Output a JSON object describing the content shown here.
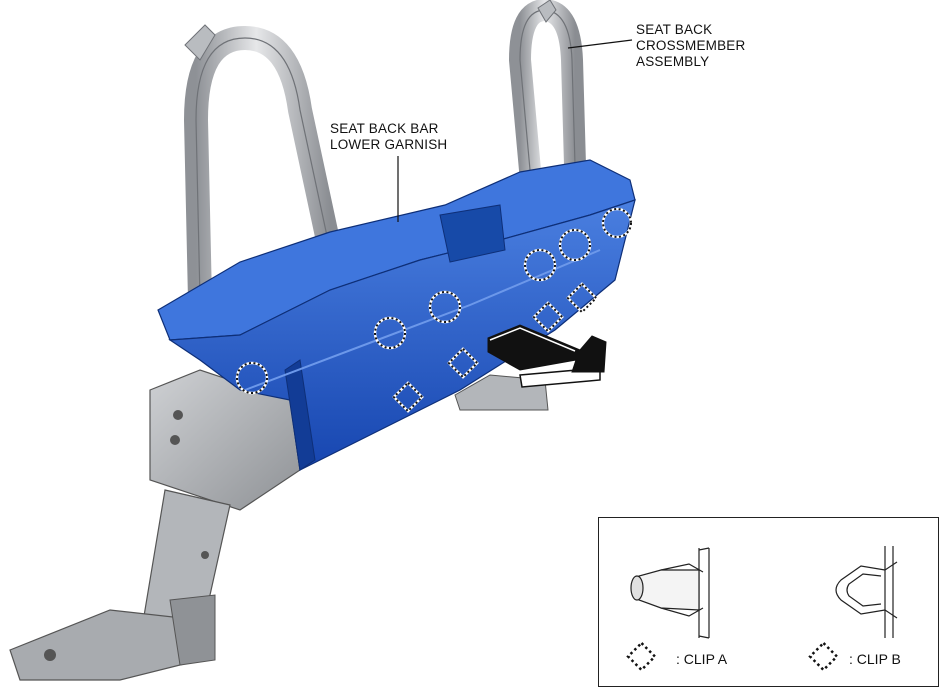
{
  "labels": {
    "crossmember": [
      "SEAT BACK",
      "CROSSMEMBER",
      "ASSEMBLY"
    ],
    "garnish": [
      "SEAT BACK BAR",
      "LOWER GARNISH"
    ]
  },
  "legend": {
    "clip_a": ": CLIP A",
    "clip_b": ": CLIP B"
  },
  "colors": {
    "garnish_blue": "#1f57c9",
    "garnish_dark": "#123c96",
    "garnish_light": "#4a7fe0",
    "pipe_gray": "#b9bcc0",
    "bracket_gray": "#9a9da1",
    "arrow_black": "#111111"
  },
  "icons": [
    "clip-a-marker",
    "clip-b-marker",
    "removal-direction-arrow"
  ]
}
